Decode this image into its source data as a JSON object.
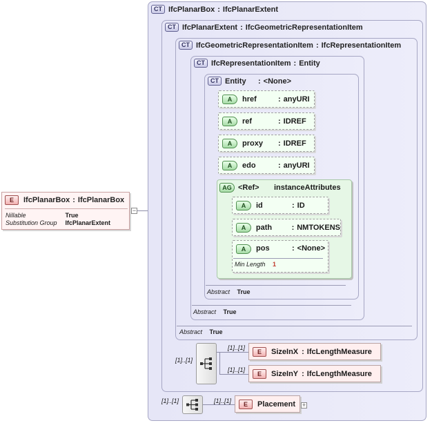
{
  "root": {
    "badge": "E",
    "name": "IfcPlanarBox",
    "type": "IfcPlanarBox",
    "props": [
      {
        "key": "Nillable",
        "value": "True"
      },
      {
        "key": "Substitution Group",
        "value": "IfcPlanarExtent"
      }
    ]
  },
  "ct_badge": "CT",
  "complex_types": {
    "planar_box": {
      "name": "IfcPlanarBox",
      "type": "IfcPlanarExtent"
    },
    "planar_extent": {
      "name": "IfcPlanarExtent",
      "type": "IfcGeometricRepresentationItem"
    },
    "geom_rep_item": {
      "name": "IfcGeometricRepresentationItem",
      "type": "IfcRepresentationItem"
    },
    "rep_item": {
      "name": "IfcRepresentationItem",
      "type": "Entity"
    },
    "entity": {
      "name": "Entity",
      "type": "<None>"
    }
  },
  "attributes": [
    {
      "badge": "A",
      "name": "href",
      "type": "anyURI"
    },
    {
      "badge": "A",
      "name": "ref",
      "type": "IDREF"
    },
    {
      "badge": "A",
      "name": "proxy",
      "type": "IDREF"
    },
    {
      "badge": "A",
      "name": "edo",
      "type": "anyURI"
    }
  ],
  "attribute_group": {
    "badge": "AG",
    "name": "<Ref>",
    "type": "instanceAttributes",
    "attributes": [
      {
        "badge": "A",
        "name": "id",
        "type": "ID"
      },
      {
        "badge": "A",
        "name": "path",
        "type": "NMTOKENS"
      },
      {
        "badge": "A",
        "name": "pos",
        "type": "<None>"
      }
    ],
    "min_length": {
      "key": "Min Length",
      "value": "1"
    }
  },
  "abstract_footers": {
    "key": "Abstract",
    "value": "True"
  },
  "elements": [
    {
      "badge": "E",
      "name": "SizeInX",
      "type": "IfcLengthMeasure",
      "card": "[1]..[1]"
    },
    {
      "badge": "E",
      "name": "SizeInY",
      "type": "IfcLengthMeasure",
      "card": "[1]..[1]"
    },
    {
      "badge": "E",
      "name": "Placement",
      "type": "",
      "card": "[1]..[1]"
    }
  ],
  "sequence_cards": {
    "inner": "[1]..[1]",
    "outer": "[1]..[1]"
  },
  "colors": {
    "ct_fill": "#e8e8f8",
    "attr_fill": "#f3fff3",
    "group_fill": "#e6f7e6",
    "element_fill": "#ffefef",
    "min_length_value": "#c0392b"
  }
}
